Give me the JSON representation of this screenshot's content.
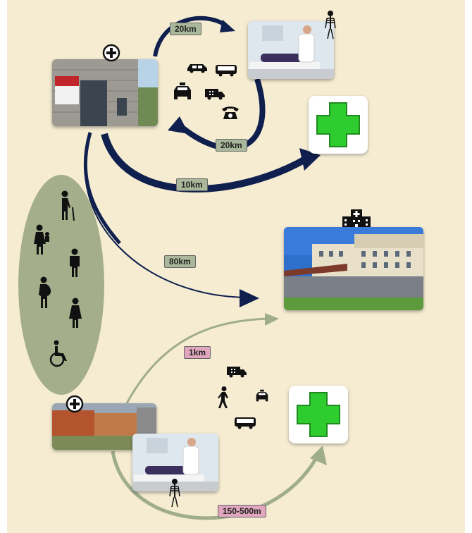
{
  "distances": {
    "d_20km_top": "20km",
    "d_20km_return": "20km",
    "d_10km": "10km",
    "d_80km": "80km",
    "d_1km": "1km",
    "d_150_500m": "150-500m"
  },
  "colors": {
    "background": "#f5ecd2",
    "rural_arrow": "#0f1f4e",
    "urban_arrow": "#a0ad8c",
    "rural_label": "#a9b89a",
    "urban_label": "#e0a6bd",
    "pharmacy_cross": "#2ecc2e"
  },
  "icons": [
    "health-center-cross-icon",
    "skeleton-xray-icon",
    "car-icon",
    "bus-icon",
    "taxi-icon",
    "ambulance-icon",
    "telephone-icon",
    "elderly-cane-icon",
    "woman-child-icon",
    "man-icon",
    "pregnant-woman-icon",
    "woman-icon",
    "wheelchair-icon",
    "hospital-building-icon",
    "walking-person-icon",
    "pharmacy-cross-icon"
  ]
}
